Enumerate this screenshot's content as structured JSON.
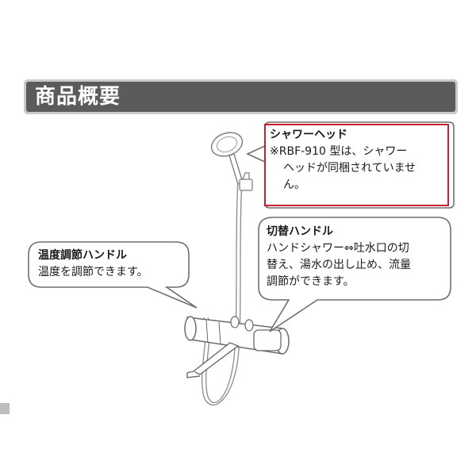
{
  "section": {
    "title": "商品概要"
  },
  "callouts": {
    "shower_head": {
      "title": "シャワーヘッド",
      "lines": [
        "※RBF-910 型は、シャワー",
        "ヘッドが同梱されていませ",
        "ん。"
      ],
      "highlight_color": "#c81e32"
    },
    "temperature_handle": {
      "title": "温度調節ハンドル",
      "lines": [
        "温度を調節できます。"
      ]
    },
    "switch_handle": {
      "title": "切替ハンドル",
      "lines": [
        "ハンドシャワー⇔吐水口の切",
        "替え、湯水の出し止め、流量",
        "調節ができます。"
      ]
    }
  },
  "colors": {
    "header_bg": "#5b5b5b",
    "header_border": "#c9c9c9",
    "line_art": "#8a8a8a"
  }
}
